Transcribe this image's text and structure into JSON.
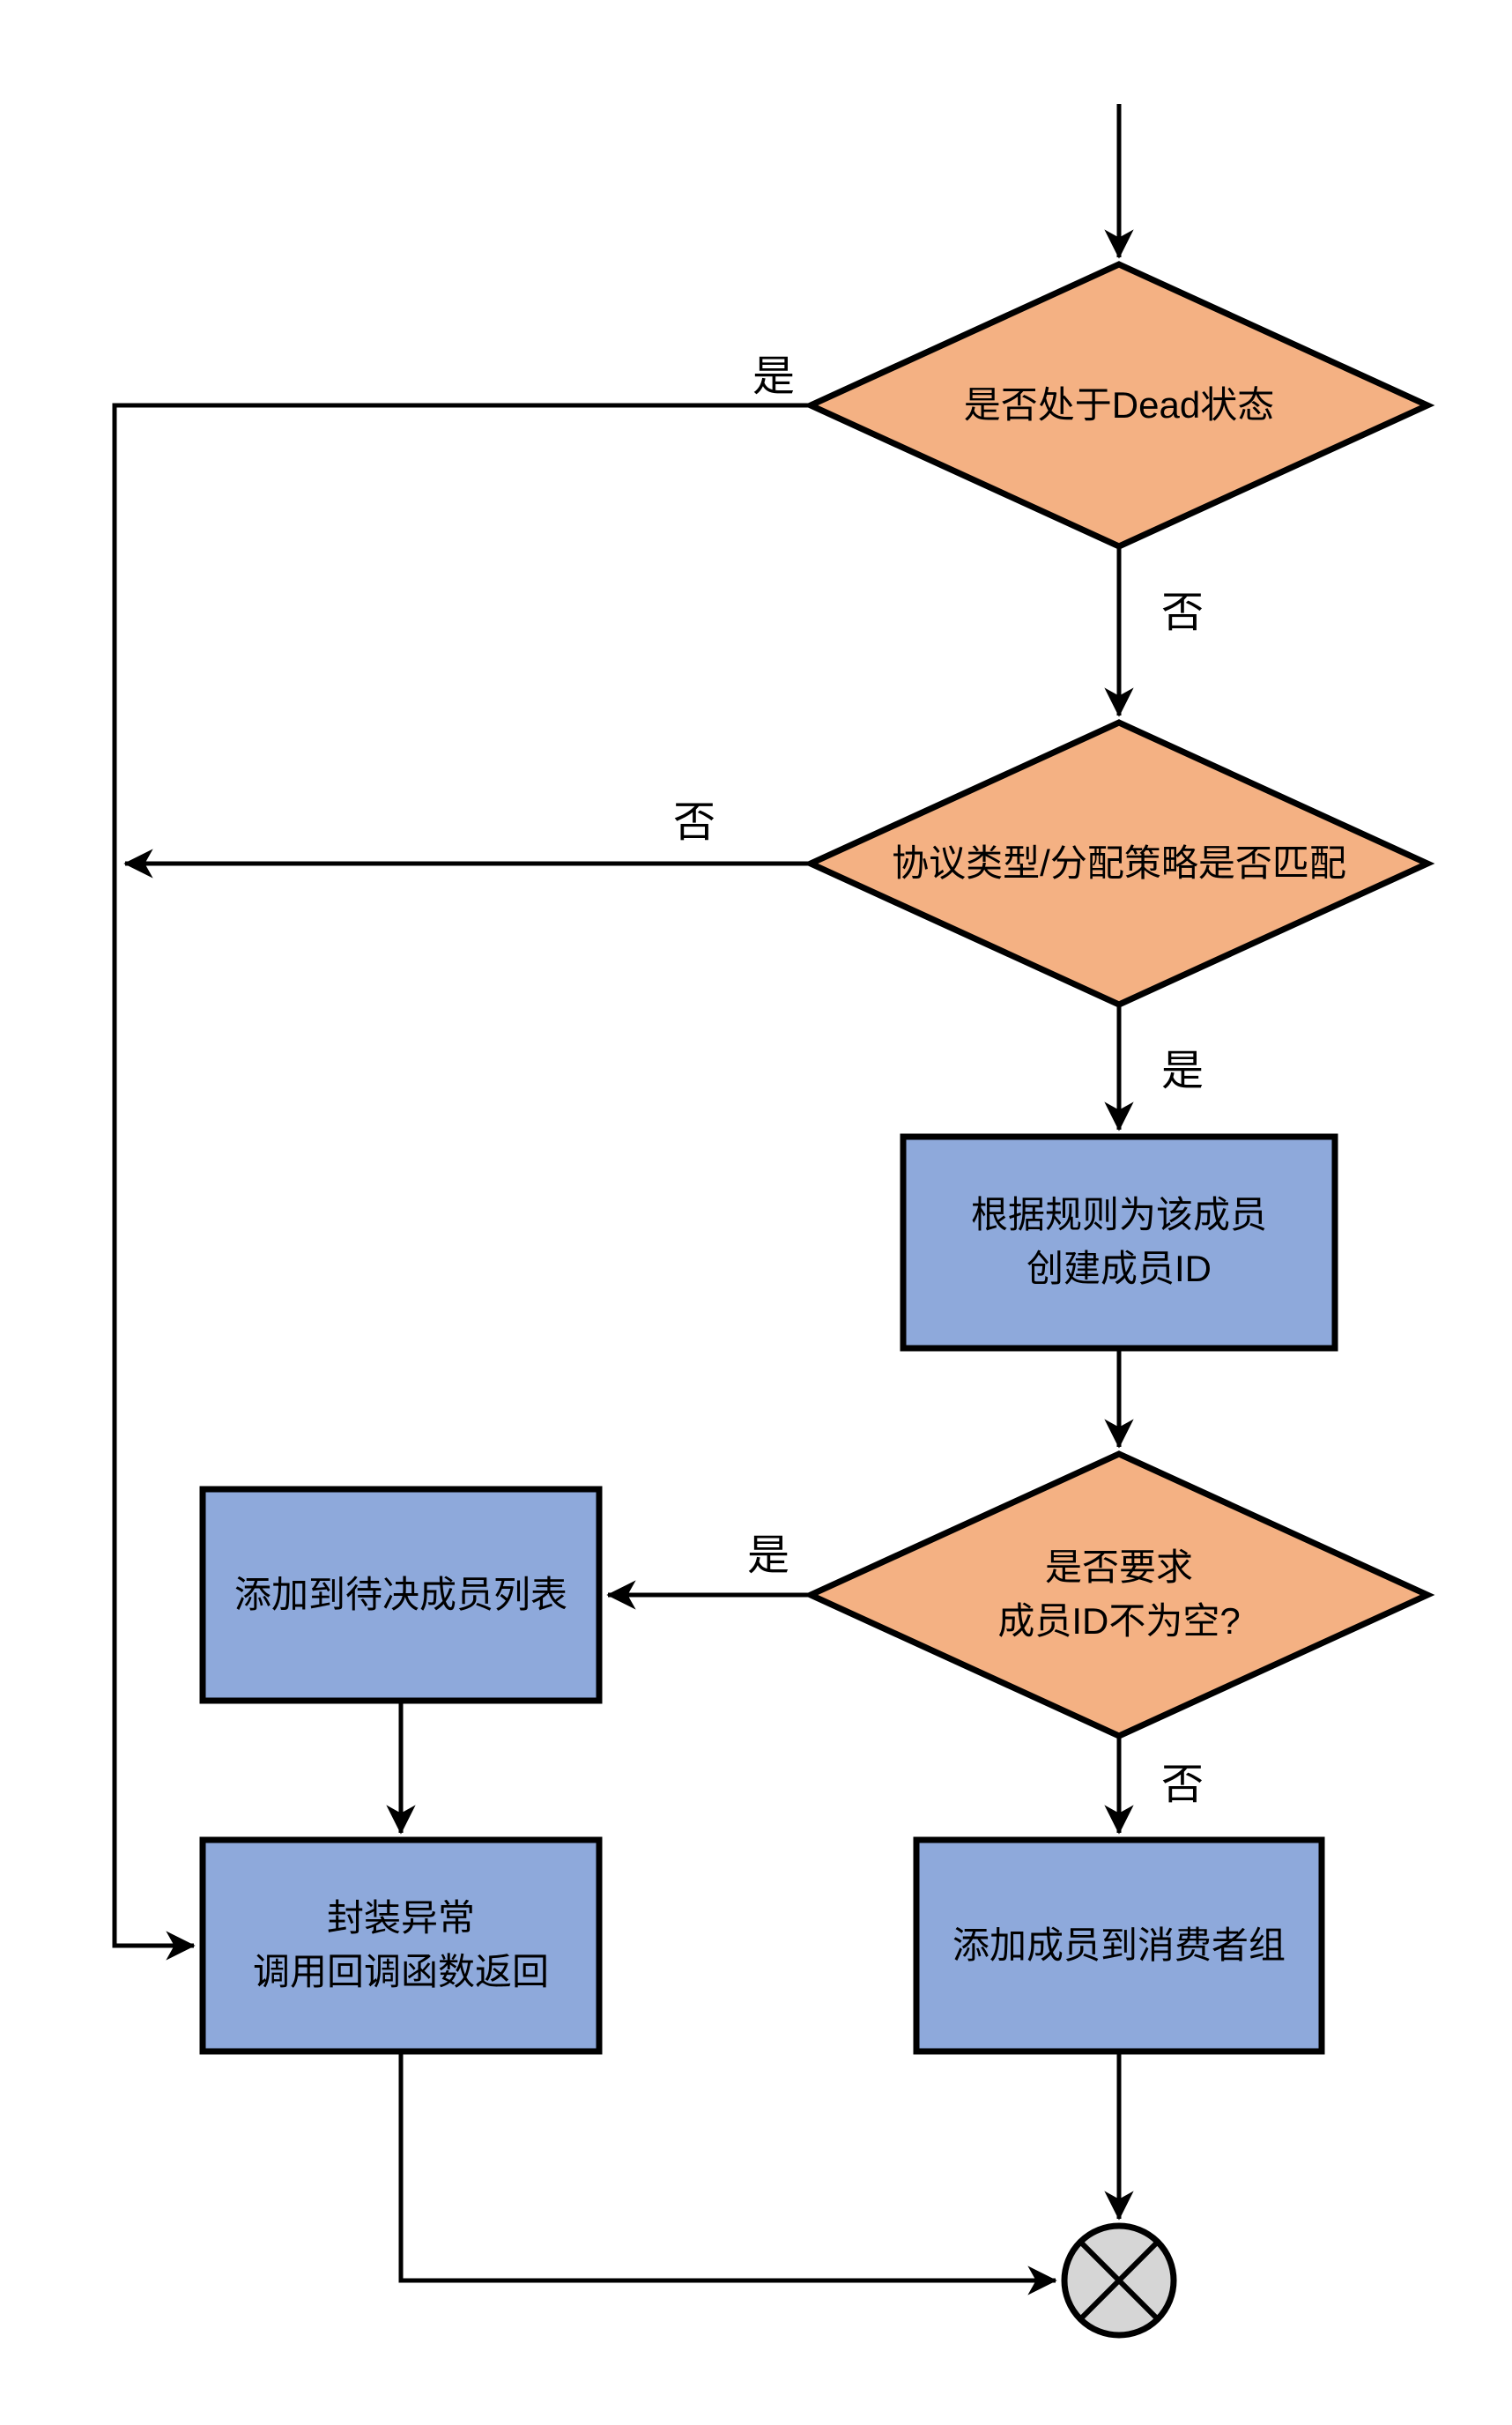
{
  "flowchart": {
    "nodes": {
      "decision_dead": {
        "type": "decision",
        "label": "是否处于Dead状态"
      },
      "decision_protocol": {
        "type": "decision",
        "label": "协议类型/分配策略是否匹配"
      },
      "process_create_member_id": {
        "type": "process",
        "label": "根据规则为该成员\n创建成员ID"
      },
      "decision_member_id_required": {
        "type": "decision",
        "label": "是否要求\n成员ID不为空?"
      },
      "process_add_pending_list": {
        "type": "process",
        "label": "添加到待决成员列表"
      },
      "process_wrap_exception": {
        "type": "process",
        "label": "封装异常\n调用回调函数返回"
      },
      "process_add_to_consumer_group": {
        "type": "process",
        "label": "添加成员到消费者组"
      },
      "end_terminator": {
        "type": "terminator",
        "symbol": "circle-cross"
      }
    },
    "edges": [
      {
        "from": "start",
        "to": "decision_dead",
        "label": ""
      },
      {
        "from": "decision_dead",
        "to": "process_wrap_exception",
        "label": "是"
      },
      {
        "from": "decision_dead",
        "to": "decision_protocol",
        "label": "否"
      },
      {
        "from": "decision_protocol",
        "to": "process_wrap_exception",
        "label": "否"
      },
      {
        "from": "decision_protocol",
        "to": "process_create_member_id",
        "label": "是"
      },
      {
        "from": "process_create_member_id",
        "to": "decision_member_id_required",
        "label": ""
      },
      {
        "from": "decision_member_id_required",
        "to": "process_add_pending_list",
        "label": "是"
      },
      {
        "from": "decision_member_id_required",
        "to": "process_add_to_consumer_group",
        "label": "否"
      },
      {
        "from": "process_add_pending_list",
        "to": "process_wrap_exception",
        "label": ""
      },
      {
        "from": "process_add_to_consumer_group",
        "to": "end_terminator",
        "label": ""
      },
      {
        "from": "process_wrap_exception",
        "to": "end_terminator",
        "label": ""
      }
    ],
    "colors": {
      "decision_fill": "#F4B183",
      "process_fill": "#8EA9DB",
      "terminator_fill": "#D6D6D6",
      "line": "#000000"
    }
  }
}
